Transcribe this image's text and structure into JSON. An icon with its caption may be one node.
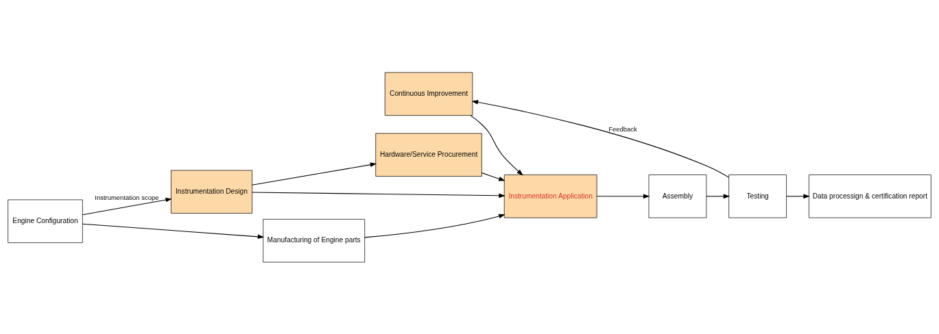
{
  "diagram": {
    "nodes": [
      {
        "text": [
          "Instrumentation Design"
        ]
      },
      {
        "text": [
          "Hardware/Service Procurement"
        ]
      },
      {
        "text": [
          "Engine Configuration"
        ]
      },
      {
        "text": [
          "Manufacturing of Engine parts"
        ]
      },
      {
        "text": [
          "Instrumentation Application"
        ]
      },
      {
        "text": [
          "Assembly"
        ]
      },
      {
        "text": [
          "Testing"
        ]
      },
      {
        "text": [
          "Data processign & certification report"
        ]
      },
      {
        "text": [
          "Continuous Improvement"
        ]
      }
    ],
    "edges": [
      {
        "from": 2,
        "to": 0,
        "arrow": "to",
        "label": "Instrumentation scope"
      },
      {
        "from": 0,
        "to": 1,
        "arrow": "to"
      },
      {
        "from": 0,
        "to": 4,
        "arrow": "to"
      },
      {
        "from": 1,
        "to": 4,
        "arrow": "to"
      },
      {
        "from": 2,
        "to": 3,
        "arrow": "to"
      },
      {
        "from": 3,
        "to": 4,
        "arrow": "to"
      },
      {
        "from": 4,
        "to": 5,
        "arrow": "to"
      },
      {
        "from": 5,
        "to": 6,
        "arrow": "to"
      },
      {
        "from": 6,
        "to": 7,
        "arrow": "to"
      },
      {
        "from": 6,
        "to": 8,
        "arrow": "to",
        "label": "Feedback"
      },
      {
        "from": 8,
        "to": 4,
        "arrow": "to"
      }
    ]
  }
}
